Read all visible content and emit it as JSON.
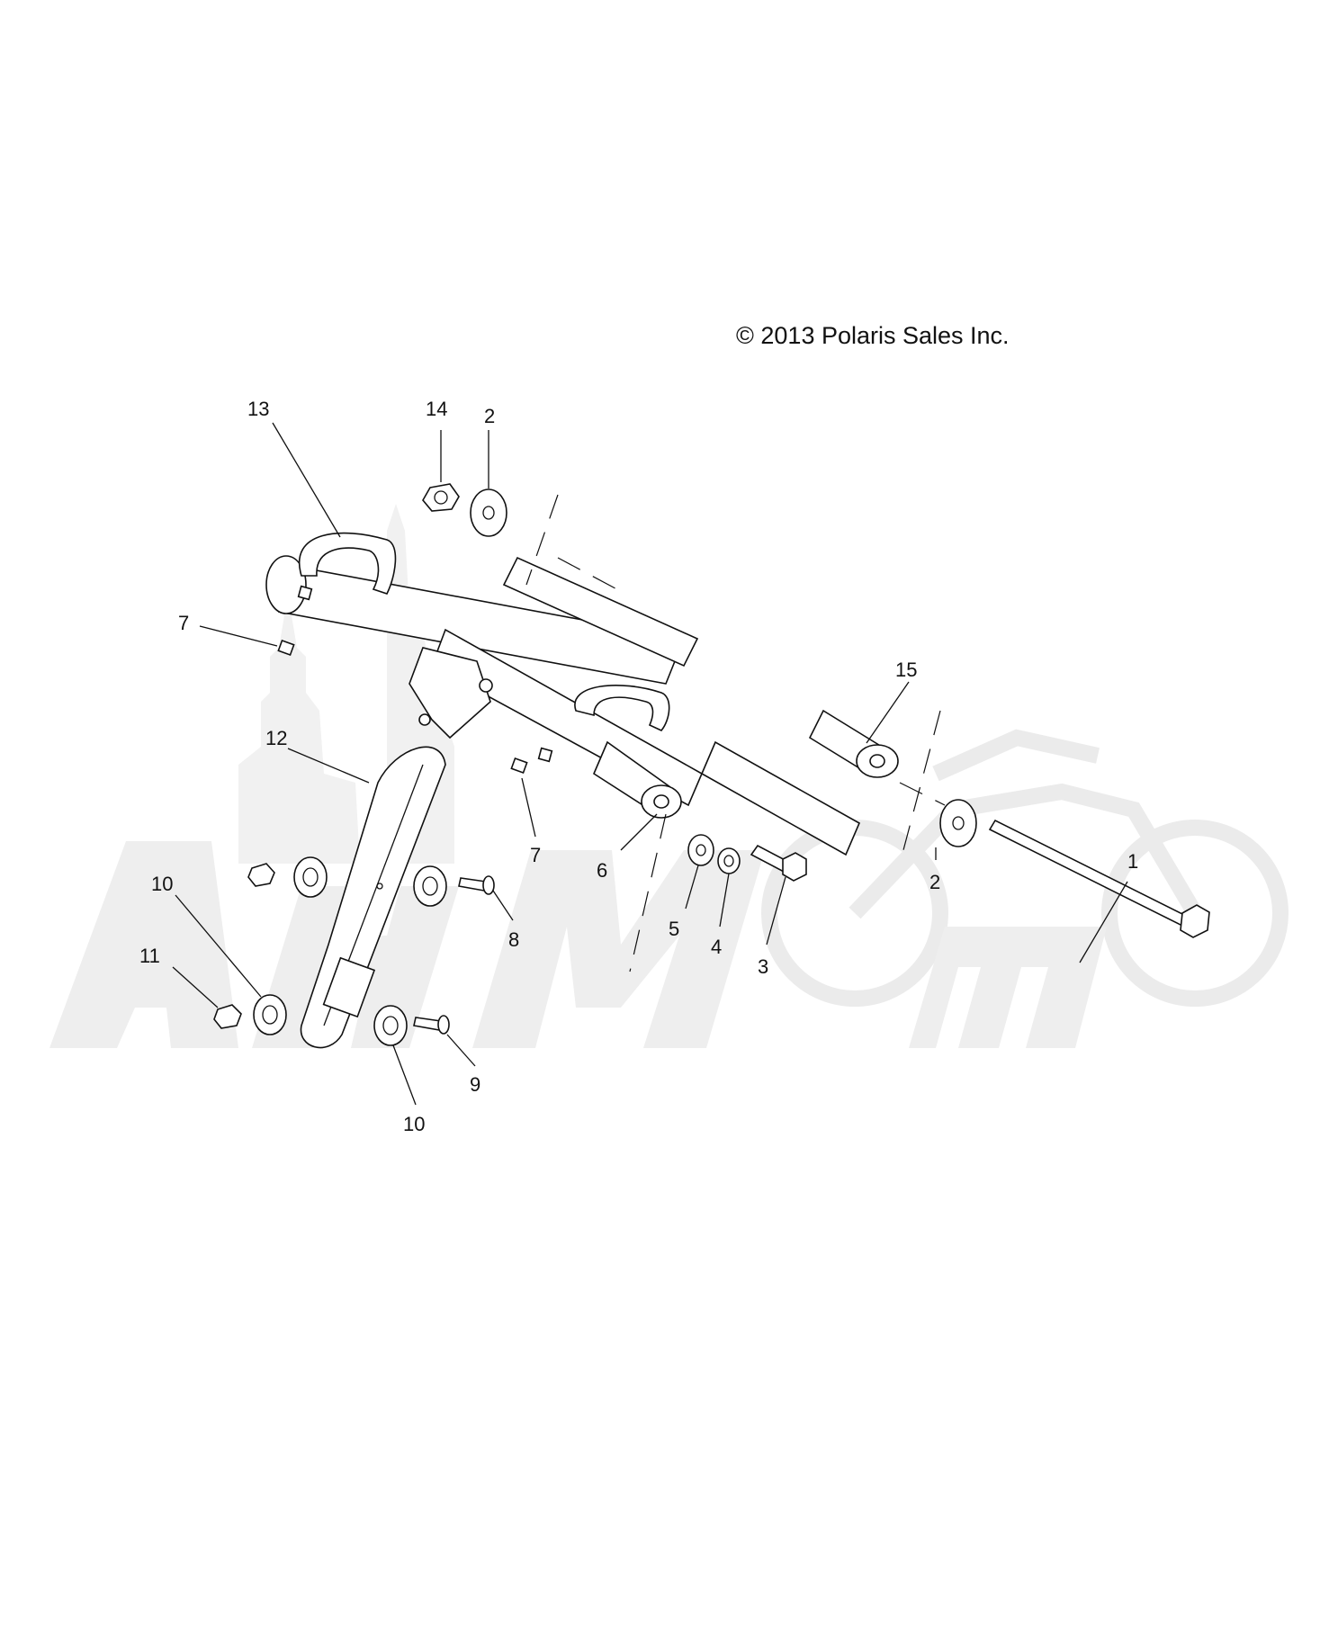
{
  "copyright": "© 2013 Polaris Sales Inc.",
  "watermark": {
    "text": "AHMoto",
    "color": "#ebebeb"
  },
  "colors": {
    "line": "#111111",
    "background": "#ffffff"
  },
  "callouts": [
    {
      "id": "c1",
      "label": "1"
    },
    {
      "id": "c2a",
      "label": "2"
    },
    {
      "id": "c2b",
      "label": "2"
    },
    {
      "id": "c3",
      "label": "3"
    },
    {
      "id": "c4",
      "label": "4"
    },
    {
      "id": "c5",
      "label": "5"
    },
    {
      "id": "c6",
      "label": "6"
    },
    {
      "id": "c7a",
      "label": "7"
    },
    {
      "id": "c7b",
      "label": "7"
    },
    {
      "id": "c8",
      "label": "8"
    },
    {
      "id": "c9",
      "label": "9"
    },
    {
      "id": "c10a",
      "label": "10"
    },
    {
      "id": "c10b",
      "label": "10"
    },
    {
      "id": "c11",
      "label": "11"
    },
    {
      "id": "c12",
      "label": "12"
    },
    {
      "id": "c13",
      "label": "13"
    },
    {
      "id": "c14",
      "label": "14"
    },
    {
      "id": "c15",
      "label": "15"
    }
  ]
}
